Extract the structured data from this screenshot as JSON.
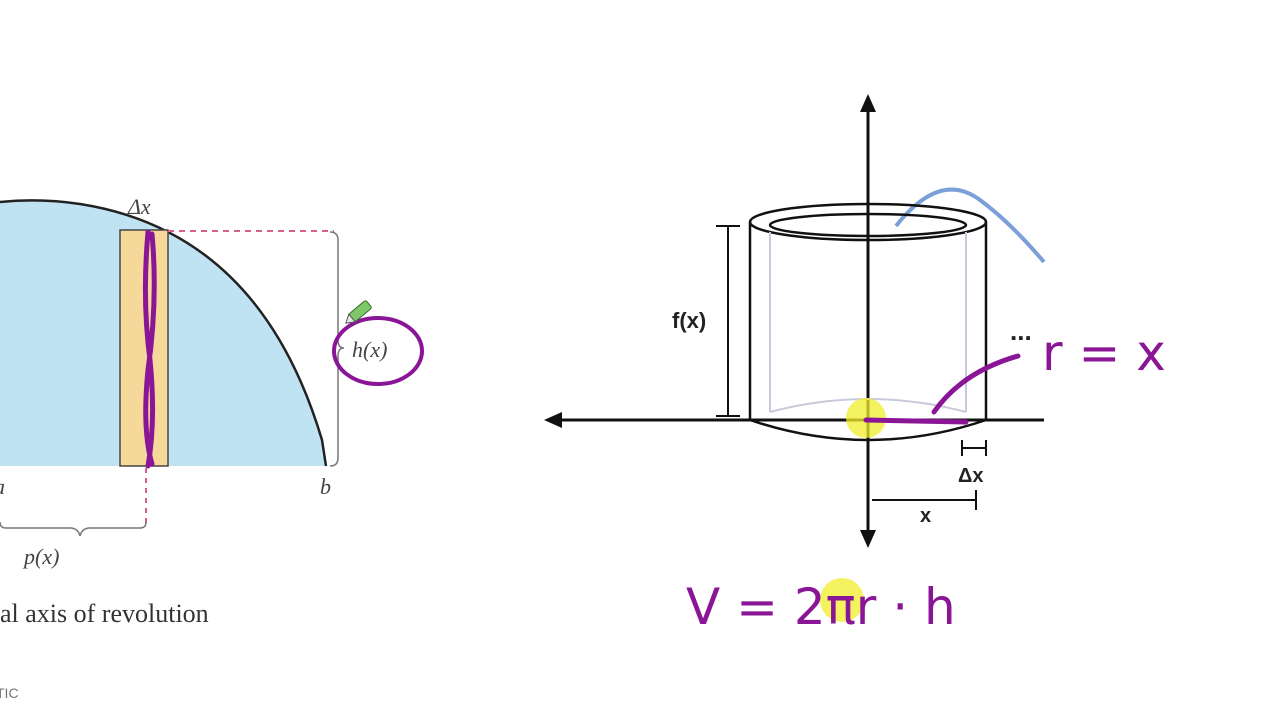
{
  "left_figure": {
    "delta_x_label": "Δx",
    "h_label": "h(x)",
    "a_label": "a",
    "b_label": "b",
    "p_label": "p(x)",
    "caption": "al axis of revolution",
    "corner_text": "TIC"
  },
  "right_figure": {
    "fx_label": "f(x)",
    "delta_x_label": "Δx",
    "x_label": "x",
    "ellipsis": "...",
    "handwritten_radius": "r = x",
    "handwritten_formula": "V = 2πr · h"
  },
  "colors": {
    "region_fill": "#bfe3f2",
    "strip_fill": "#f5d89a",
    "ink_purple": "#8a1596",
    "curve_blue": "#7b9fd8",
    "highlight_yellow": "#f2ee2a"
  }
}
